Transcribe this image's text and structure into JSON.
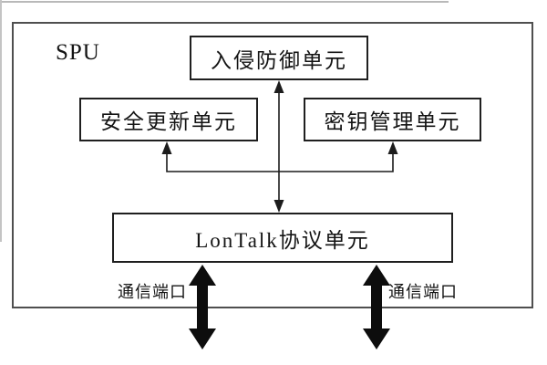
{
  "diagram": {
    "container_label": "SPU",
    "boxes": [
      {
        "id": "intrusion-prevention-unit",
        "label": "入侵防御单元"
      },
      {
        "id": "security-update-unit",
        "label": "安全更新单元"
      },
      {
        "id": "key-management-unit",
        "label": "密钥管理单元"
      },
      {
        "id": "lontalk-protocol-unit",
        "label": "LonTalk协议单元"
      }
    ],
    "port_labels": {
      "left": "通信端口",
      "right": "通信端口"
    },
    "connections": [
      "intrusion-prevention-unit <-> lontalk-protocol-unit (double-headed arrow)",
      "lontalk-protocol-unit -> security-update-unit (arrow up)",
      "lontalk-protocol-unit -> key-management-unit (arrow up)",
      "lontalk-protocol-unit <-> comm-port-left (thick double arrow)",
      "lontalk-protocol-unit <-> comm-port-right (thick double arrow)"
    ],
    "colors": {
      "background": "#ffffff",
      "outer_border": "#4f4f4f",
      "box_border": "#1f1f1f",
      "line": "#1c1c1c",
      "thick_arrow": "#0d0d0d"
    }
  }
}
